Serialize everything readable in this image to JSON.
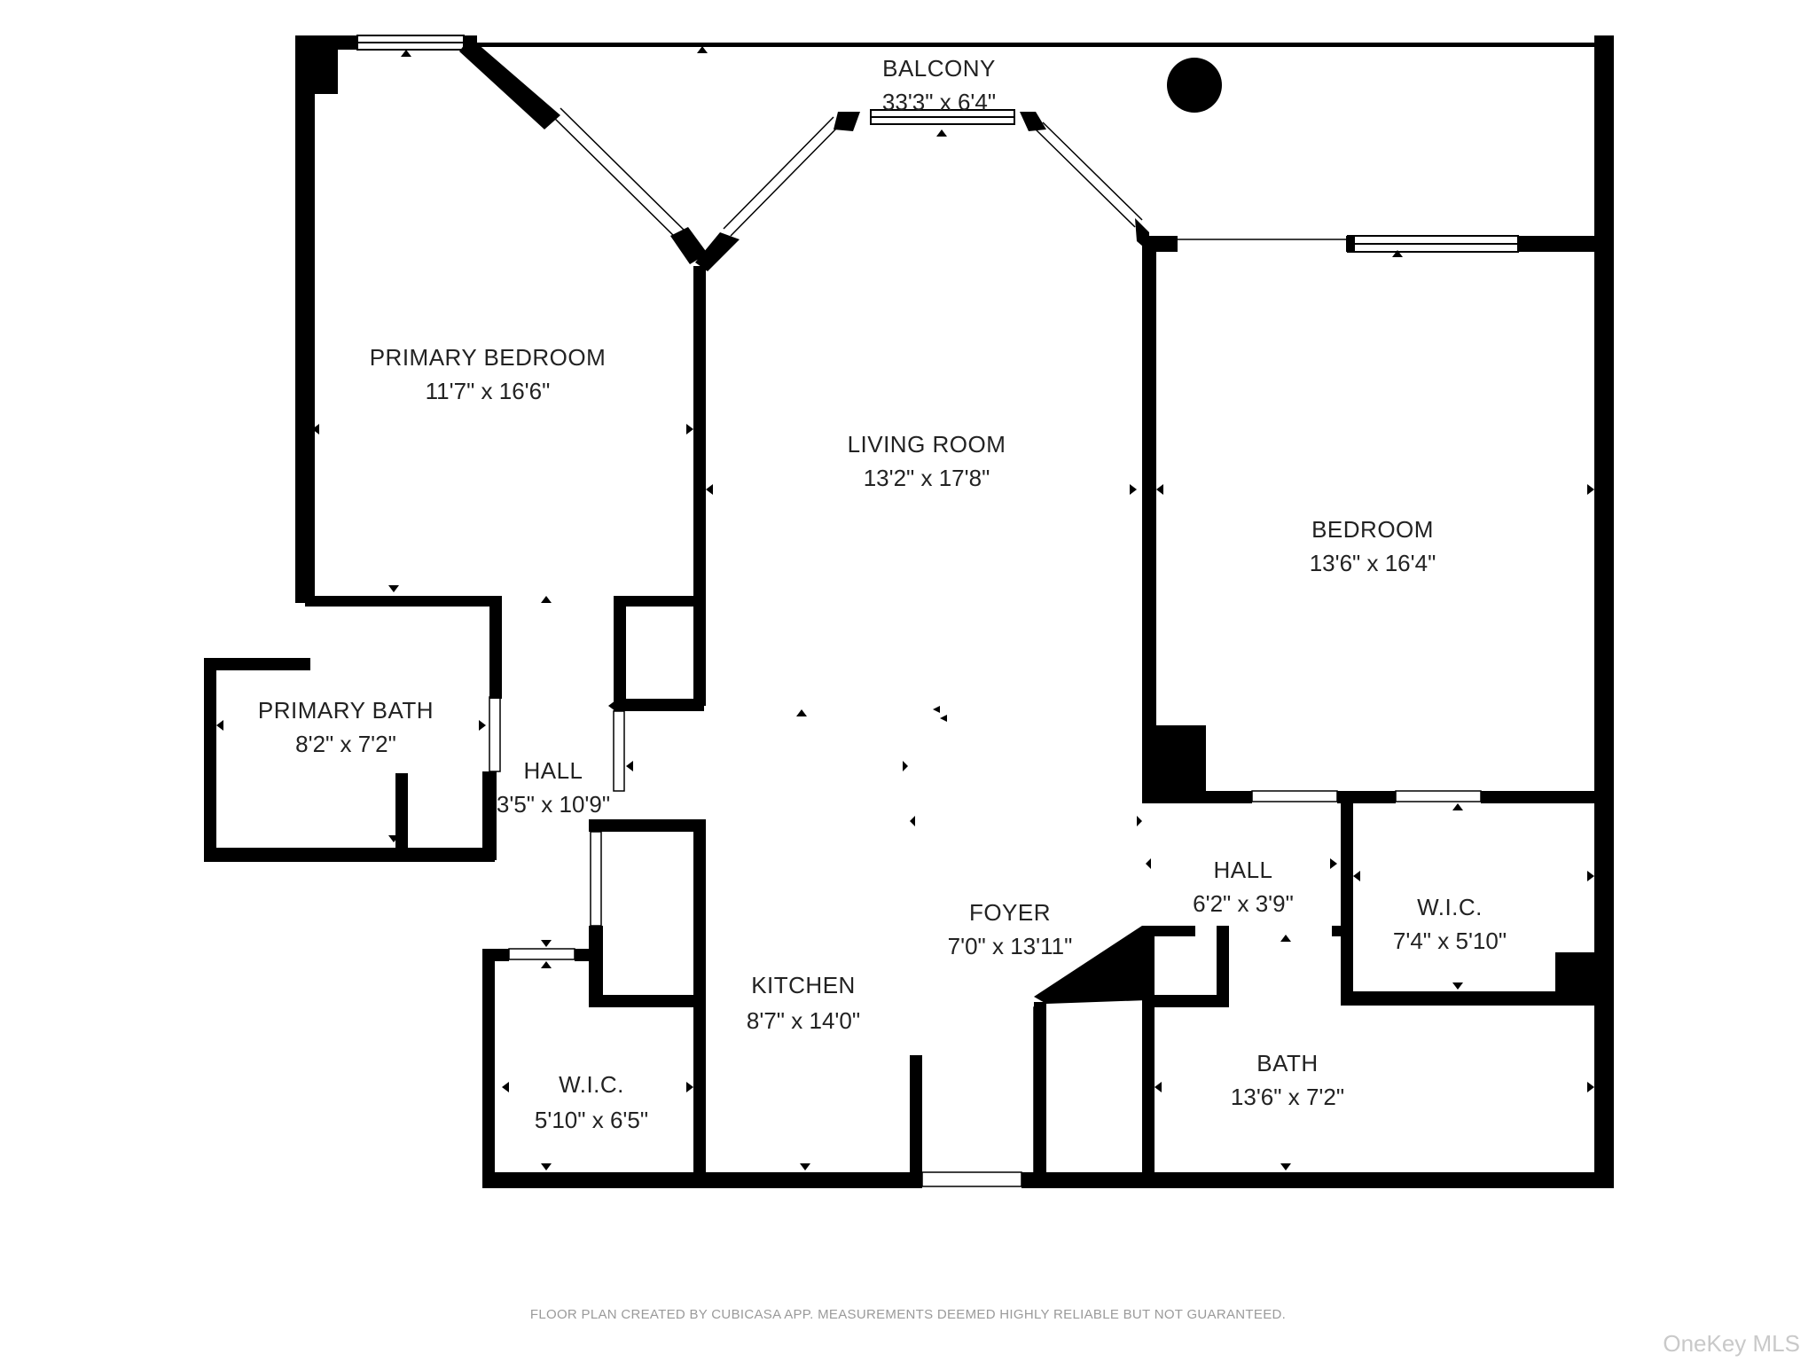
{
  "rooms": {
    "balcony": {
      "name": "BALCONY",
      "dims": "33'3\" x 6'4\""
    },
    "primary_bedroom": {
      "name": "PRIMARY BEDROOM",
      "dims": "11'7\" x 16'6\""
    },
    "living_room": {
      "name": "LIVING ROOM",
      "dims": "13'2\" x 17'8\""
    },
    "bedroom": {
      "name": "BEDROOM",
      "dims": "13'6\" x 16'4\""
    },
    "primary_bath": {
      "name": "PRIMARY BATH",
      "dims": "8'2\" x 7'2\""
    },
    "hall_left": {
      "name": "HALL",
      "dims": "3'5\" x 10'9\""
    },
    "hall_right": {
      "name": "HALL",
      "dims": "6'2\" x 3'9\""
    },
    "wic_right": {
      "name": "W.I.C.",
      "dims": "7'4\" x 5'10\""
    },
    "foyer": {
      "name": "FOYER",
      "dims": "7'0\" x 13'11\""
    },
    "kitchen": {
      "name": "KITCHEN",
      "dims": "8'7\" x 14'0\""
    },
    "wic_left": {
      "name": "W.I.C.",
      "dims": "5'10\" x 6'5\""
    },
    "bath": {
      "name": "BATH",
      "dims": "13'6\" x 7'2\""
    }
  },
  "footer": {
    "note": "FLOOR PLAN CREATED BY CUBICASA APP. MEASUREMENTS DEEMED HIGHLY RELIABLE BUT NOT GUARANTEED."
  },
  "watermark": {
    "text": "OneKey MLS"
  },
  "colors": {
    "wall": "#000000",
    "text": "#222222",
    "note": "#9a9a9a",
    "watermark": "#c9c9c9"
  }
}
